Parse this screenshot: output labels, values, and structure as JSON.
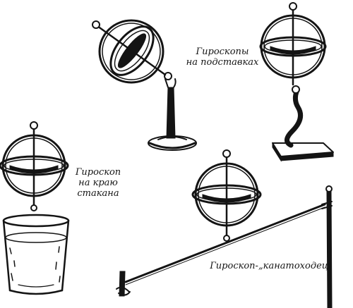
{
  "captions": {
    "stands": [
      "Гироскопы",
      "на подставках"
    ],
    "glass": [
      "Гироскоп",
      "на краю",
      "стакана"
    ],
    "rope": [
      "Гироскоп-„канатоходец\""
    ]
  }
}
